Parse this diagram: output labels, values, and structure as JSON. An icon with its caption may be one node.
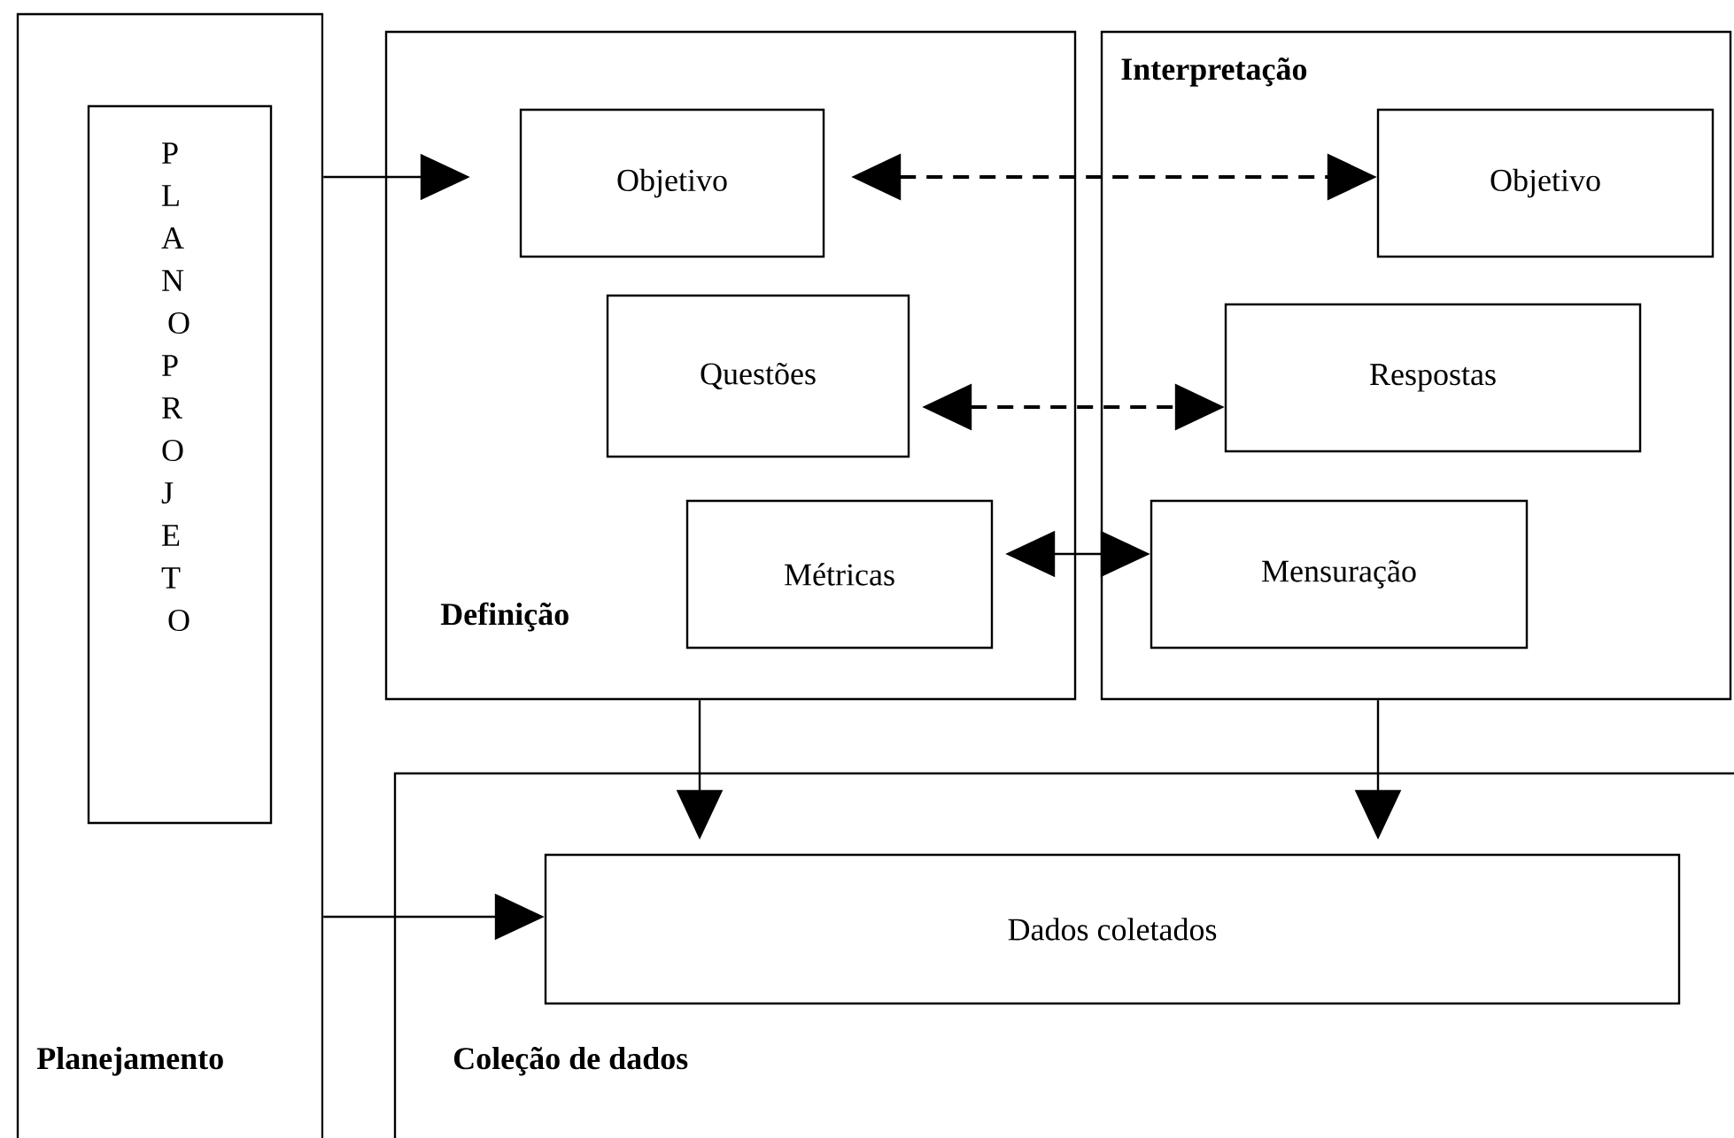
{
  "diagram": {
    "nodes": [
      {
        "text": [
          "Planejamento"
        ]
      },
      {
        "text": [
          "PLANO PROJETO"
        ],
        "in": 0
      },
      {
        "text": [
          "Definição"
        ]
      },
      {
        "text": [
          "Objetivo"
        ],
        "in": 2
      },
      {
        "text": [
          "Questões"
        ],
        "in": 2
      },
      {
        "text": [
          "Métricas"
        ],
        "in": 2
      },
      {
        "text": [
          "Interpretação"
        ]
      },
      {
        "text": [
          "Objetivo"
        ],
        "in": 6
      },
      {
        "text": [
          "Respostas"
        ],
        "in": 6
      },
      {
        "text": [
          "Mensuração"
        ],
        "in": 6
      },
      {
        "text": [
          "Coleção de dados"
        ]
      },
      {
        "text": [
          "Dados coletados"
        ],
        "in": 10
      }
    ],
    "edges": [
      {
        "from": 0,
        "to": 3,
        "arrow": "to"
      },
      {
        "from": 0,
        "to": 11,
        "arrow": "to"
      },
      {
        "from": 3,
        "to": 7,
        "arrow": "both",
        "style": "dashed"
      },
      {
        "from": 4,
        "to": 8,
        "arrow": "both",
        "style": "dashed"
      },
      {
        "from": 5,
        "to": 9,
        "arrow": "both"
      },
      {
        "from": 2,
        "to": 11,
        "arrow": "to"
      },
      {
        "from": 6,
        "to": 11,
        "arrow": "to"
      }
    ]
  }
}
